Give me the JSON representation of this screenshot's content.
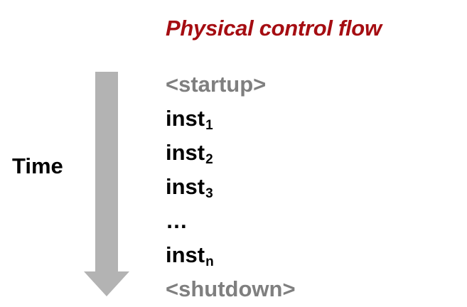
{
  "title": "Physical control flow",
  "axis_label": "Time",
  "sequence": [
    {
      "text": "<startup>",
      "sub": "",
      "kind": "marker"
    },
    {
      "text": "inst",
      "sub": "1",
      "kind": "inst"
    },
    {
      "text": "inst",
      "sub": "2",
      "kind": "inst"
    },
    {
      "text": "inst",
      "sub": "3",
      "kind": "inst"
    },
    {
      "text": "…",
      "sub": "",
      "kind": "inst"
    },
    {
      "text": "inst",
      "sub": "n",
      "kind": "inst"
    },
    {
      "text": "<shutdown>",
      "sub": "",
      "kind": "marker"
    }
  ],
  "colors": {
    "title": "#a50d12",
    "marker_text": "#7f7f7f",
    "inst_text": "#000000",
    "arrow": "#b3b3b3"
  },
  "icons": {
    "time_arrow": "down-arrow-icon"
  }
}
